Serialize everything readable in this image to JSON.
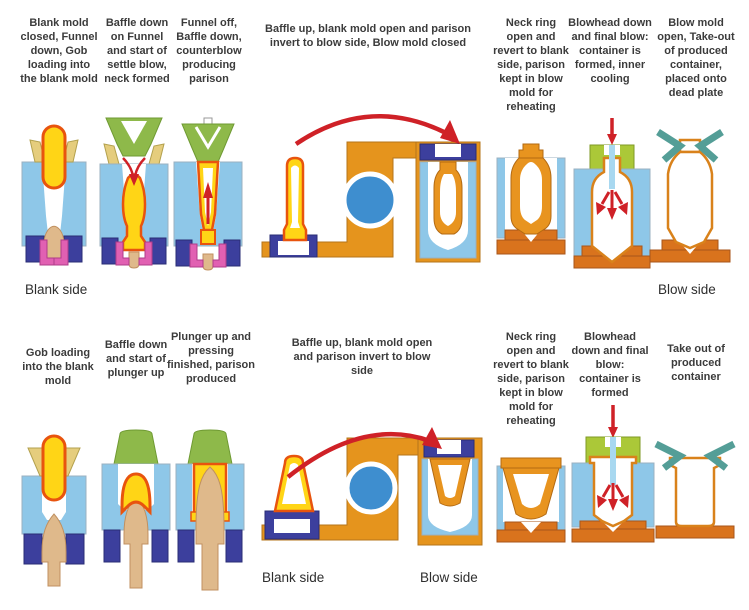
{
  "blow_and_blow": {
    "labels": [
      "Blank mold closed, Funnel down, Gob loading into the blank mold",
      "Baffle down on Funnel and start of settle blow, neck formed",
      "Funnel off, Baffle down, counterblow producing parison",
      "Baffle up, blank mold open and parison invert to blow side, Blow mold closed",
      "Neck ring open and revert to blank side, parison kept in blow mold for reheating",
      "Blowhead down and final blow: container is formed, inner cooling",
      "Blow mold open, Take-out of produced container, placed onto dead plate"
    ],
    "blank_side": "Blank side",
    "blow_side": "Blow side"
  },
  "press_and_blow": {
    "labels": [
      "Gob loading into the blank mold",
      "Baffle down and start of plunger up",
      "Plunger up and pressing finished, parison produced",
      "Baffle up, blank mold open and parison invert to blow side",
      "Neck ring open and revert to blank side, parison kept in blow mold for reheating",
      "Blowhead down and final blow: container is formed",
      "Take out of produced container"
    ],
    "blank_side": "Blank side",
    "blow_side": "Blow side"
  },
  "colors": {
    "mold_blue": "#8ec7e8",
    "navy_blue": "#3c3f9d",
    "neck_ring_pink": "#e160b2",
    "plunger_tan": "#dfb98b",
    "glass_yellow": "#ffd516",
    "glass_outline": "#e8540e",
    "funnel_yellow": "#e5cd7d",
    "baffle_green": "#8eb94a",
    "blowhead_green": "#abc838",
    "mechanism_orange": "#e5941d",
    "parison_orange": "#e8941f",
    "base_orange": "#d9731d",
    "transfer_wheel_blue": "#3e8ecf",
    "tongs_teal": "#549e97",
    "arrow_red": "#cf2127"
  }
}
